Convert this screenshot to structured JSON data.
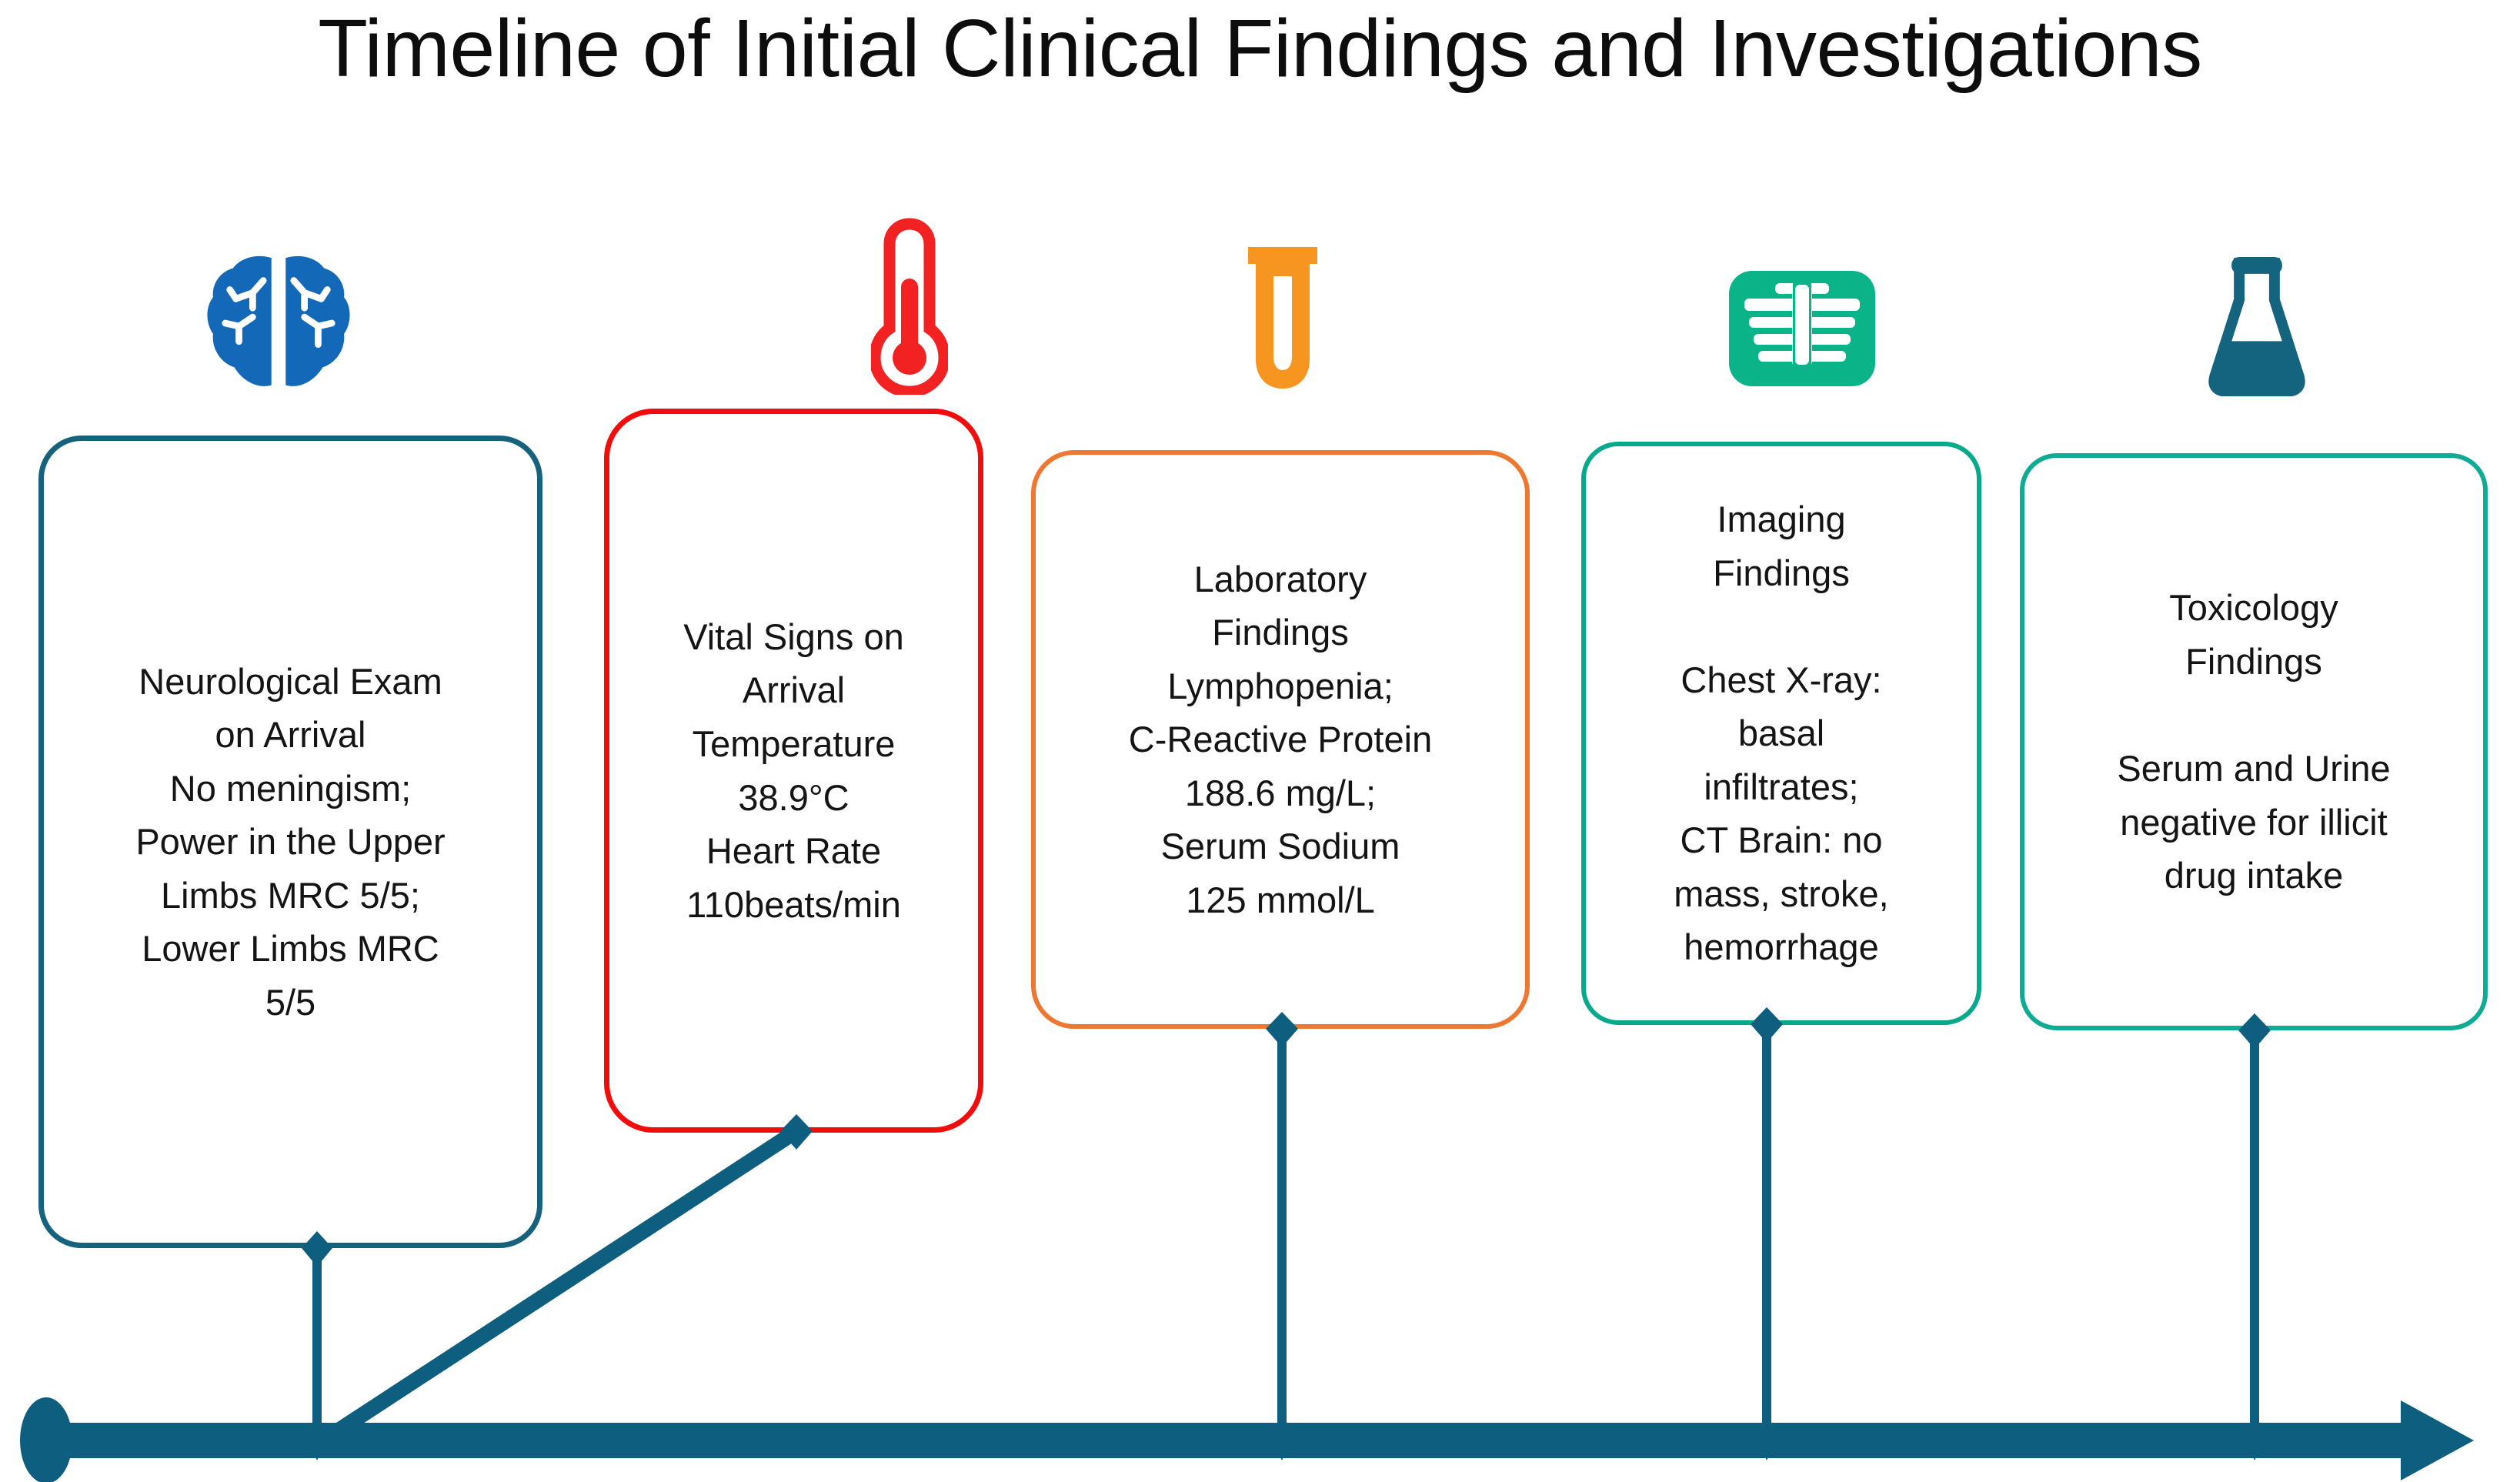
{
  "figure": {
    "title": "Timeline of Initial Clinical Findings and Investigations",
    "background_color": "#ffffff",
    "axis_color": "#0d5e7f",
    "marker_color": "#0d5e7f"
  },
  "cards": [
    {
      "id": "neurological-exam",
      "text": "Neurological Exam\non Arrival\nNo meningism;\nPower in the Upper\nLimbs MRC 5/5;\nLower Limbs MRC\n5/5",
      "border_color": "#16627d",
      "icon": "brain-icon",
      "icon_color": "#1468b8"
    },
    {
      "id": "vital-signs",
      "text": "Vital Signs on\nArrival\nTemperature\n38.9°C\nHeart Rate\n110beats/min",
      "border_color": "#f20d0d",
      "icon": "thermometer-icon",
      "icon_color": "#f22222"
    },
    {
      "id": "laboratory-findings",
      "text": "Laboratory\nFindings\nLymphopenia;\nC-Reactive Protein\n188.6 mg/L;\nSerum Sodium\n125 mmol/L",
      "border_color": "#ee7732",
      "icon": "test-tube-icon",
      "icon_color": "#f79521"
    },
    {
      "id": "imaging-findings",
      "text": "Imaging\nFindings\n\nChest X-ray:\nbasal\ninfiltrates;\nCT Brain: no\nmass, stroke,\nhemorrhage",
      "border_color": "#07a98d",
      "icon": "xray-icon",
      "icon_color": "#0ab388"
    },
    {
      "id": "toxicology-findings",
      "text": "Toxicology\nFindings\n\nSerum and Urine\nnegative for illicit\ndrug intake",
      "border_color": "#10ab95",
      "icon": "flask-icon",
      "icon_color": "#14647f"
    }
  ]
}
